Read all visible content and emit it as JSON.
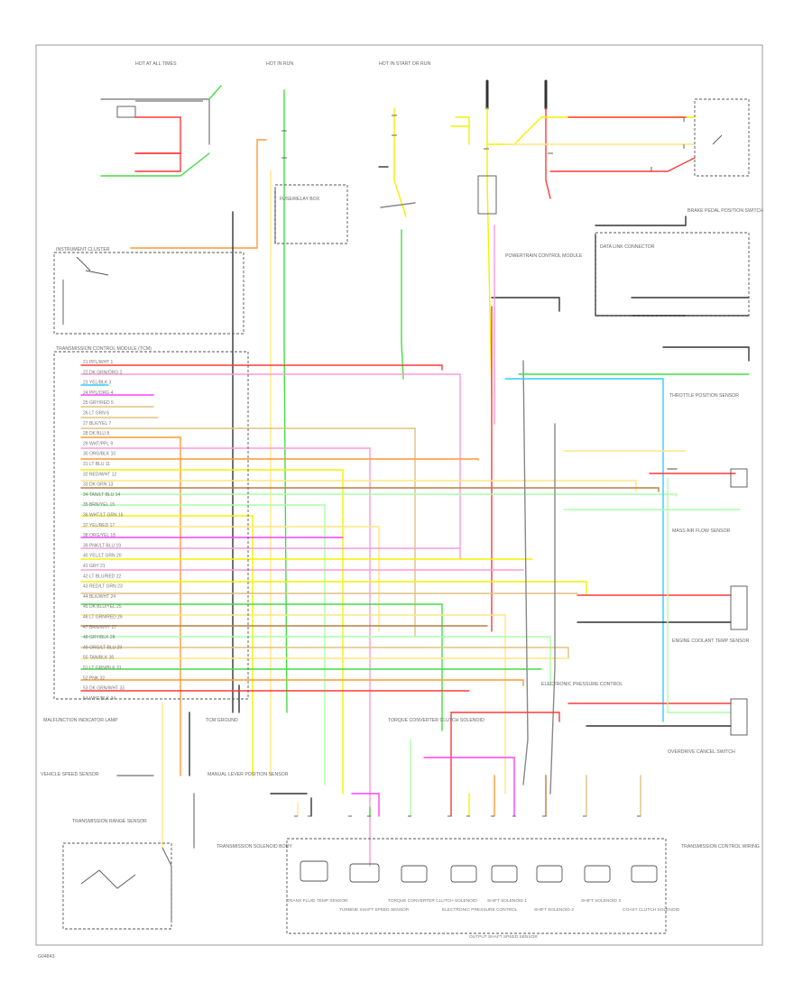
{
  "diagram": {
    "footer_code": "G04843",
    "components": {
      "instrument_cluster": "INSTRUMENT CLUSTER",
      "tcm_header": "TRANSMISSION CONTROL MODULE (TCM)",
      "tcm_gnd_label": "TCM GROUND",
      "mil_note": "MALFUNCTION INDICATOR LAMP",
      "pcm_note": "POWERTRAIN CONTROL MODULE",
      "vss_note": "VEHICLE SPEED SENSOR",
      "tr_sensor": "TRANSMISSION RANGE SENSOR",
      "mlps_note": "MANUAL LEVER POSITION SENSOR",
      "tft_note": "TRANS FLUID TEMP SENSOR",
      "torque_conv": "TORQUE CONVERTER CLUTCH SOLENOID",
      "epc": "ELECTRONIC PRESSURE CONTROL",
      "shift_sol_a": "SHIFT SOLENOID 1",
      "shift_sol_b": "SHIFT SOLENOID 2",
      "shift_sol_c": "SHIFT SOLENOID 3",
      "coast_clutch": "COAST CLUTCH SOLENOID",
      "tss": "TURBINE SHAFT SPEED SENSOR",
      "oss": "OUTPUT SHAFT SPEED SENSOR",
      "solenoid_body": "TRANSMISSION SOLENOID BODY",
      "brake_switch": "BRAKE PEDAL POSITION SWITCH",
      "od_switch": "OVERDRIVE CANCEL SWITCH",
      "tp_sensor": "THROTTLE POSITION SENSOR",
      "maf_sensor": "MASS AIR FLOW SENSOR",
      "ect_sensor": "ENGINE COOLANT TEMP SENSOR",
      "fuse_box": "FUSE/RELAY BOX",
      "hot_at_all": "HOT AT ALL TIMES",
      "hot_in_run": "HOT IN RUN",
      "hot_in_start": "HOT IN START OR RUN",
      "data_link": "DATA LINK CONNECTOR"
    },
    "tcm_pins": [
      "21 PPL/WHT 1",
      "22 DK GRN/ORG 2",
      "23 YEL/BLK 3",
      "24 PPL/ORG 4",
      "25 GRY/RED 5",
      "26 LT GRN 6",
      "27 BLK/YEL 7",
      "28 DK BLU 8",
      "29 WHT/PPL 9",
      "30 ORG/BLK 10",
      "31 LT BLU 11",
      "32 RED/WHT 12",
      "33 DK GRN 13",
      "34 TAN/LT BLU 14",
      "35 BRN/YEL 15",
      "36 WHT/LT GRN 16",
      "37 YEL/RED 17",
      "38 ORG/YEL 18",
      "39 PNK/LT BLU 19",
      "40 YEL/LT GRN 20",
      "41 GRY 21",
      "42 LT BLU/RED 22",
      "43 RED/LT GRN 23",
      "44 BLK/WHT 24",
      "45 DK BLU/YEL 25",
      "46 LT GRN/RED 26",
      "47 BRN/WHT 27",
      "48 GRY/BLK 28",
      "49 ORG/LT BLU 29",
      "50 TAN/BLK 30",
      "51 LT GRN/BLK 31",
      "52 PNK 32",
      "53 DK GRN/WHT 33",
      "54 WHT/BLK 34"
    ],
    "legend_text": "TRANSMISSION CONTROL WIRING",
    "wire_colors": {
      "red": "#ff3a3a",
      "pink": "#ff9ad5",
      "magenta": "#ff40ff",
      "orange": "#ff9933",
      "yellow": "#f2f200",
      "lt_yellow": "#ffe680",
      "green": "#44dd44",
      "lt_green": "#aaffaa",
      "cyan": "#33ccff",
      "blue": "#3366ff",
      "brown": "#b58040",
      "tan": "#e0c080",
      "gray": "#a0a0a0",
      "black": "#333333",
      "purple": "#bb66ff"
    }
  }
}
